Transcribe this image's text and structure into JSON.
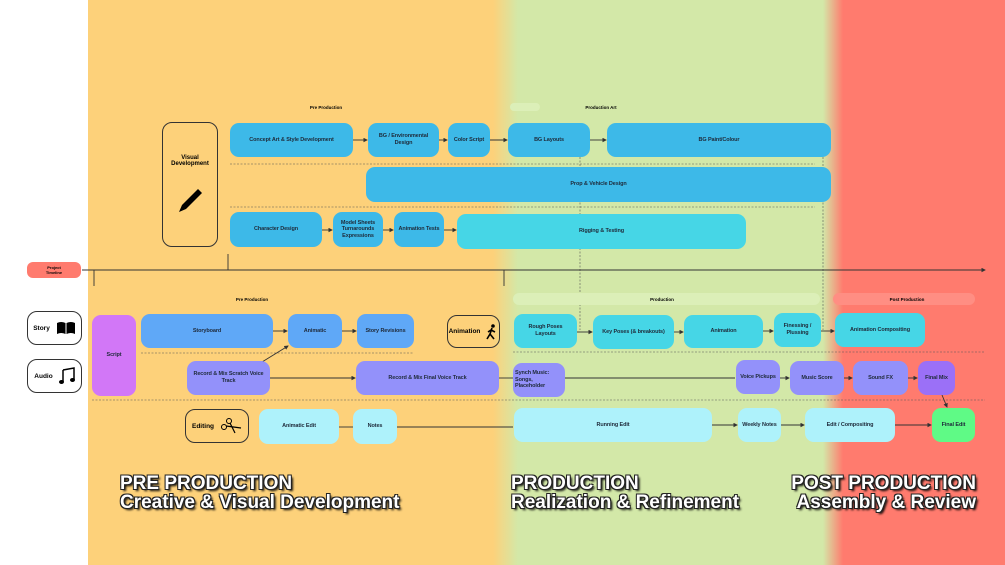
{
  "colors": {
    "pre": "#FDD17A",
    "production": "#D3E8A8",
    "post": "#FF7B6E",
    "visual": "#3DB9E8",
    "animation": "#46D6E6",
    "storyboard": "#5FA8F7",
    "audio": "#9391FA",
    "script": "#D277F7",
    "editing": "#AEF2FB",
    "final_edit": "#5FFA86"
  },
  "timeline": {
    "label": "Project\nTimeline"
  },
  "top": {
    "section_labels": {
      "pre": "Pre Production",
      "production_art": "Production Art"
    },
    "category": {
      "label": "Visual\nDevelopment",
      "icon": "pencil-icon"
    },
    "boxes": {
      "concept": "Concept Art & Style Development",
      "bg_env": "BG / Environmental Design",
      "color_script": "Color Script",
      "bg_layouts": "BG Layouts",
      "bg_paint": "BG Paint/Colour",
      "prop": "Prop & Vehicle Design",
      "character": "Character Design",
      "model_sheets": "Model Sheets\nTurnarounds\nExpressions",
      "anim_tests": "Animation Tests",
      "rigging": "Rigging & Testing"
    }
  },
  "bottom": {
    "section_labels": {
      "pre": "Pre Production",
      "production": "Production",
      "post": "Post Production"
    },
    "categories": {
      "story": "Story",
      "audio": "Audio",
      "animation": "Animation",
      "editing": "Editing"
    },
    "boxes": {
      "script": "Script",
      "storyboard": "Storyboard",
      "animatic": "Animatic",
      "story_revisions": "Story Revisions",
      "rough_poses": "Rough Poses\nLayouts",
      "key_poses": "Key Poses (& breakouts)",
      "animation": "Animation",
      "finessing": "Finessing / Plussing",
      "anim_comp": "Animation Compositing",
      "scratch_voice": "Record & Mix Scratch Voice Track",
      "final_voice": "Record & Mix Final Voice Track",
      "synch_music": "Synch Music:\nSongs, Placeholder",
      "voice_pickups": "Voice Pickups",
      "music_score": "Music Score",
      "sound_fx": "Sound FX",
      "final_mix": "Final Mix",
      "animatic_edit": "Animatic Edit",
      "notes": "Notes",
      "running_edit": "Running Edit",
      "weekly_notes": "Weekly Notes",
      "edit_comp": "Edit / Compositing",
      "final_edit": "Final Edit"
    }
  },
  "phases": {
    "pre": "PRE PRODUCTION\nCreative & Visual Development",
    "production": "PRODUCTION\nRealization & Refinement",
    "post": "POST PRODUCTION\nAssembly & Review"
  }
}
